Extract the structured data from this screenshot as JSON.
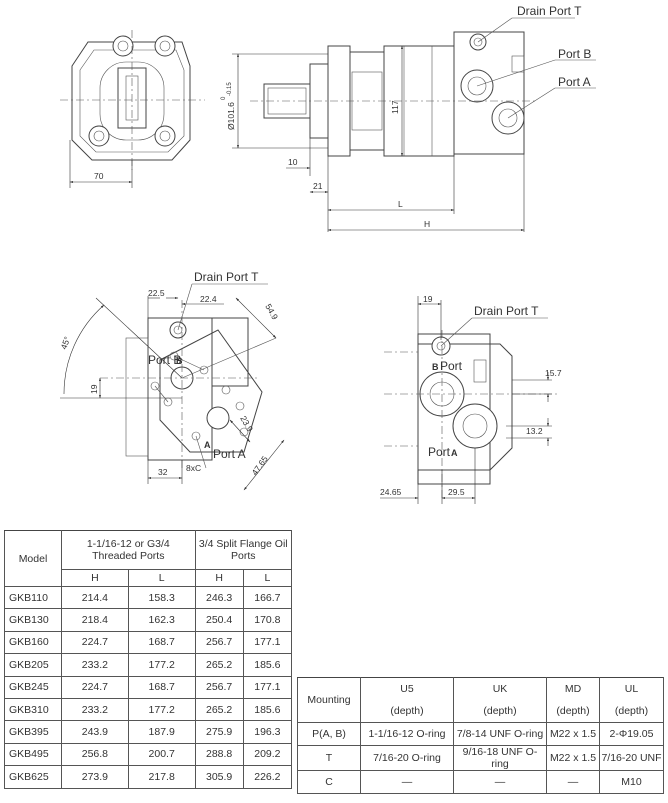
{
  "drawing": {
    "views": {
      "front": {
        "dims": {
          "width": "70"
        }
      },
      "side": {
        "labels": {
          "drain": "Drain Port  T",
          "port_b": "Port B",
          "port_a": "Port A"
        },
        "dims": {
          "pilot_dia": "Ø101.6",
          "pilot_tol_upper": "0",
          "pilot_tol_lower": "-0.15",
          "height": "117",
          "shaft_step": "10",
          "flange": "21",
          "length_l": "L",
          "length_h": "H"
        }
      },
      "flange_view": {
        "labels": {
          "drain": "Drain Port  T",
          "port_b": "Port B",
          "port_a": "Port A",
          "b": "B",
          "a": "A"
        },
        "dims": {
          "d1": "22.5",
          "d2": "22.4",
          "d3": "54.9",
          "angle": "45°",
          "d4": "19",
          "d5": "32",
          "d6": "8xC",
          "d7": "23.9",
          "d8": "47.65"
        }
      },
      "rear_view": {
        "labels": {
          "drain": "Drain Port  T",
          "port_b": "Port",
          "b_mark": "B",
          "port_a": "Port",
          "a_mark": "A"
        },
        "dims": {
          "d1": "19",
          "d2": "15.7",
          "d3": "13.2",
          "d4": "24.65",
          "d5": "29.5"
        }
      }
    }
  },
  "table1": {
    "header": {
      "model": "Model",
      "group1": "1-1/16-12 or G3/4 Threaded Ports",
      "group2": "3/4 Split Flange Oil Ports",
      "h": "H",
      "l": "L"
    },
    "rows": [
      {
        "model": "GKB110",
        "h1": "214.4",
        "l1": "158.3",
        "h2": "246.3",
        "l2": "166.7"
      },
      {
        "model": "GKB130",
        "h1": "218.4",
        "l1": "162.3",
        "h2": "250.4",
        "l2": "170.8"
      },
      {
        "model": "GKB160",
        "h1": "224.7",
        "l1": "168.7",
        "h2": "256.7",
        "l2": "177.1"
      },
      {
        "model": "GKB205",
        "h1": "233.2",
        "l1": "177.2",
        "h2": "265.2",
        "l2": "185.6"
      },
      {
        "model": "GKB245",
        "h1": "224.7",
        "l1": "168.7",
        "h2": "256.7",
        "l2": "177.1"
      },
      {
        "model": "GKB310",
        "h1": "233.2",
        "l1": "177.2",
        "h2": "265.2",
        "l2": "185.6"
      },
      {
        "model": "GKB395",
        "h1": "243.9",
        "l1": "187.9",
        "h2": "275.9",
        "l2": "196.3"
      },
      {
        "model": "GKB495",
        "h1": "256.8",
        "l1": "200.7",
        "h2": "288.8",
        "l2": "209.2"
      },
      {
        "model": "GKB625",
        "h1": "273.9",
        "l1": "217.8",
        "h2": "305.9",
        "l2": "226.2"
      }
    ]
  },
  "table2": {
    "header": {
      "mounting": "Mounting",
      "u5": "U5",
      "uk": "UK",
      "md": "MD",
      "ul": "UL",
      "depth": "(depth)"
    },
    "rows": [
      {
        "label": "P(A, B)",
        "u5": "1-1/16-12 O-ring",
        "uk": "7/8-14 UNF O-ring",
        "md": "M22 x 1.5",
        "ul": "2-Φ19.05"
      },
      {
        "label": "T",
        "u5": "7/16-20 O-ring",
        "uk": "9/16-18 UNF O-ring",
        "md": "M22 x 1.5",
        "ul": "7/16-20 UNF"
      },
      {
        "label": "C",
        "u5": "—",
        "uk": "—",
        "md": "—",
        "ul": "M10"
      }
    ]
  }
}
